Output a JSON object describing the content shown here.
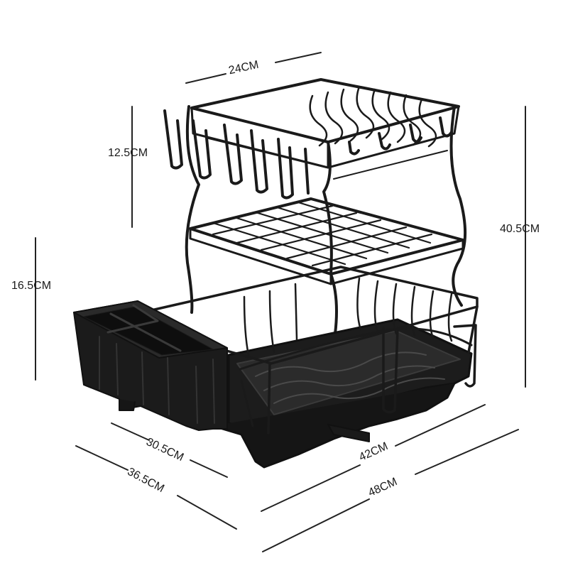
{
  "product": {
    "name": "three-tier dish drying rack",
    "color": "#1a1a1a"
  },
  "dimensions": {
    "top_width": "24CM",
    "top_tier_height": "12.5CM",
    "middle_tier_height": "16.5CM",
    "total_height": "40.5CM",
    "tray_depth": "30.5CM",
    "overall_depth": "36.5CM",
    "tray_width": "42CM",
    "overall_width": "48CM"
  }
}
